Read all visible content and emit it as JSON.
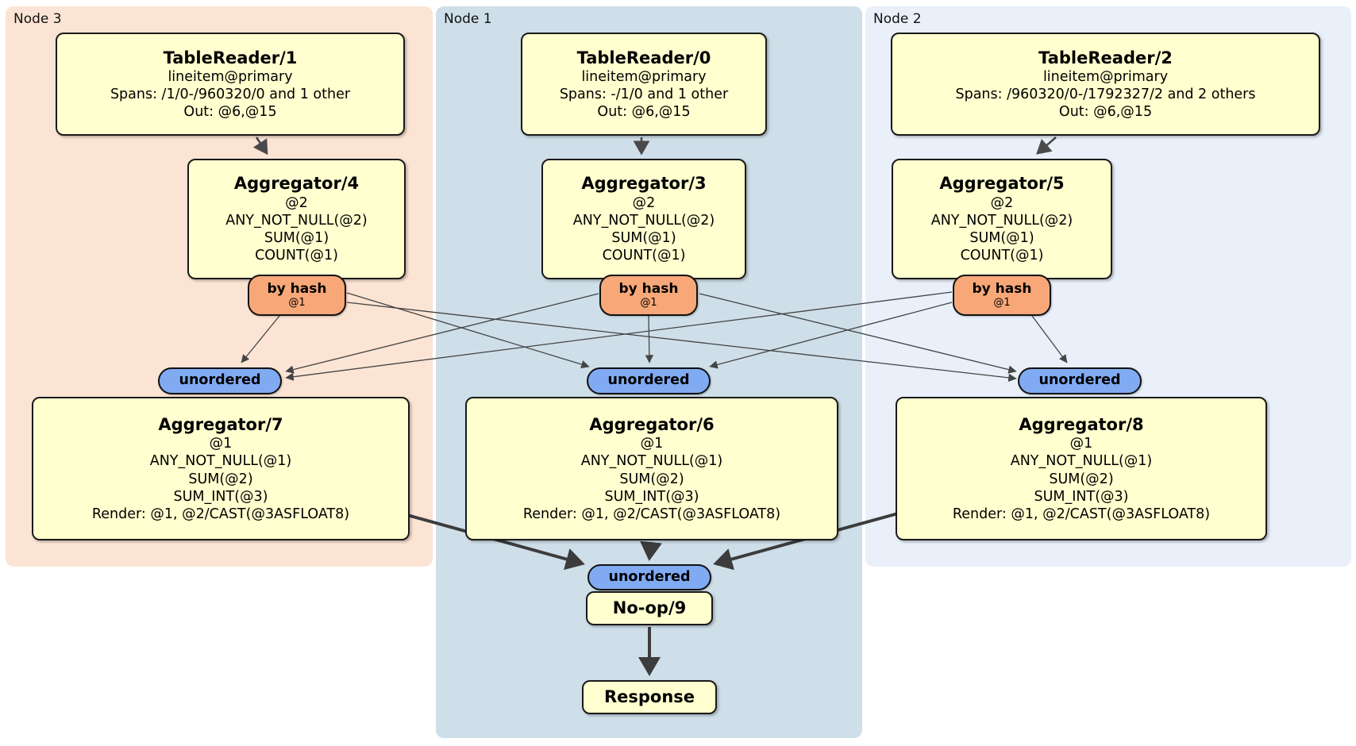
{
  "panels": [
    {
      "label": "Node 3",
      "color": "#fce4d4"
    },
    {
      "label": "Node 1",
      "color": "#cfdfe9"
    },
    {
      "label": "Node 2",
      "color": "#e9f0fa"
    }
  ],
  "processors": {
    "tr1": {
      "title": "TableReader/1",
      "lines": [
        "lineitem@primary",
        "Spans: /1/0-/960320/0 and 1 other",
        "Out: @6,@15"
      ]
    },
    "tr0": {
      "title": "TableReader/0",
      "lines": [
        "lineitem@primary",
        "Spans: -/1/0 and 1 other",
        "Out: @6,@15"
      ]
    },
    "tr2": {
      "title": "TableReader/2",
      "lines": [
        "lineitem@primary",
        "Spans: /960320/0-/1792327/2 and 2 others",
        "Out: @6,@15"
      ]
    },
    "agg4": {
      "title": "Aggregator/4",
      "lines": [
        "@2",
        "ANY_NOT_NULL(@2)",
        "SUM(@1)",
        "COUNT(@1)"
      ]
    },
    "agg3": {
      "title": "Aggregator/3",
      "lines": [
        "@2",
        "ANY_NOT_NULL(@2)",
        "SUM(@1)",
        "COUNT(@1)"
      ]
    },
    "agg5": {
      "title": "Aggregator/5",
      "lines": [
        "@2",
        "ANY_NOT_NULL(@2)",
        "SUM(@1)",
        "COUNT(@1)"
      ]
    },
    "agg7": {
      "title": "Aggregator/7",
      "lines": [
        "@1",
        "ANY_NOT_NULL(@1)",
        "SUM(@2)",
        "SUM_INT(@3)",
        "Render: @1, @2/CAST(@3ASFLOAT8)"
      ]
    },
    "agg6": {
      "title": "Aggregator/6",
      "lines": [
        "@1",
        "ANY_NOT_NULL(@1)",
        "SUM(@2)",
        "SUM_INT(@3)",
        "Render: @1, @2/CAST(@3ASFLOAT8)"
      ]
    },
    "agg8": {
      "title": "Aggregator/8",
      "lines": [
        "@1",
        "ANY_NOT_NULL(@1)",
        "SUM(@2)",
        "SUM_INT(@3)",
        "Render: @1, @2/CAST(@3ASFLOAT8)"
      ]
    },
    "noop": {
      "title": "No-op/9"
    },
    "response": {
      "title": "Response"
    }
  },
  "routers": [
    {
      "label": "by hash",
      "key": "@1"
    },
    {
      "label": "by hash",
      "key": "@1"
    },
    {
      "label": "by hash",
      "key": "@1"
    }
  ],
  "syncs": [
    {
      "label": "unordered"
    },
    {
      "label": "unordered"
    },
    {
      "label": "unordered"
    },
    {
      "label": "unordered"
    }
  ],
  "colors": {
    "panel_node3": "#fce4d4",
    "panel_node1": "#cfdfe9",
    "panel_node2": "#e9f0fa",
    "processor_fill": "#ffffcf",
    "router_fill": "#f8a878",
    "sync_fill": "#80aaf2",
    "edge": "#444444"
  }
}
